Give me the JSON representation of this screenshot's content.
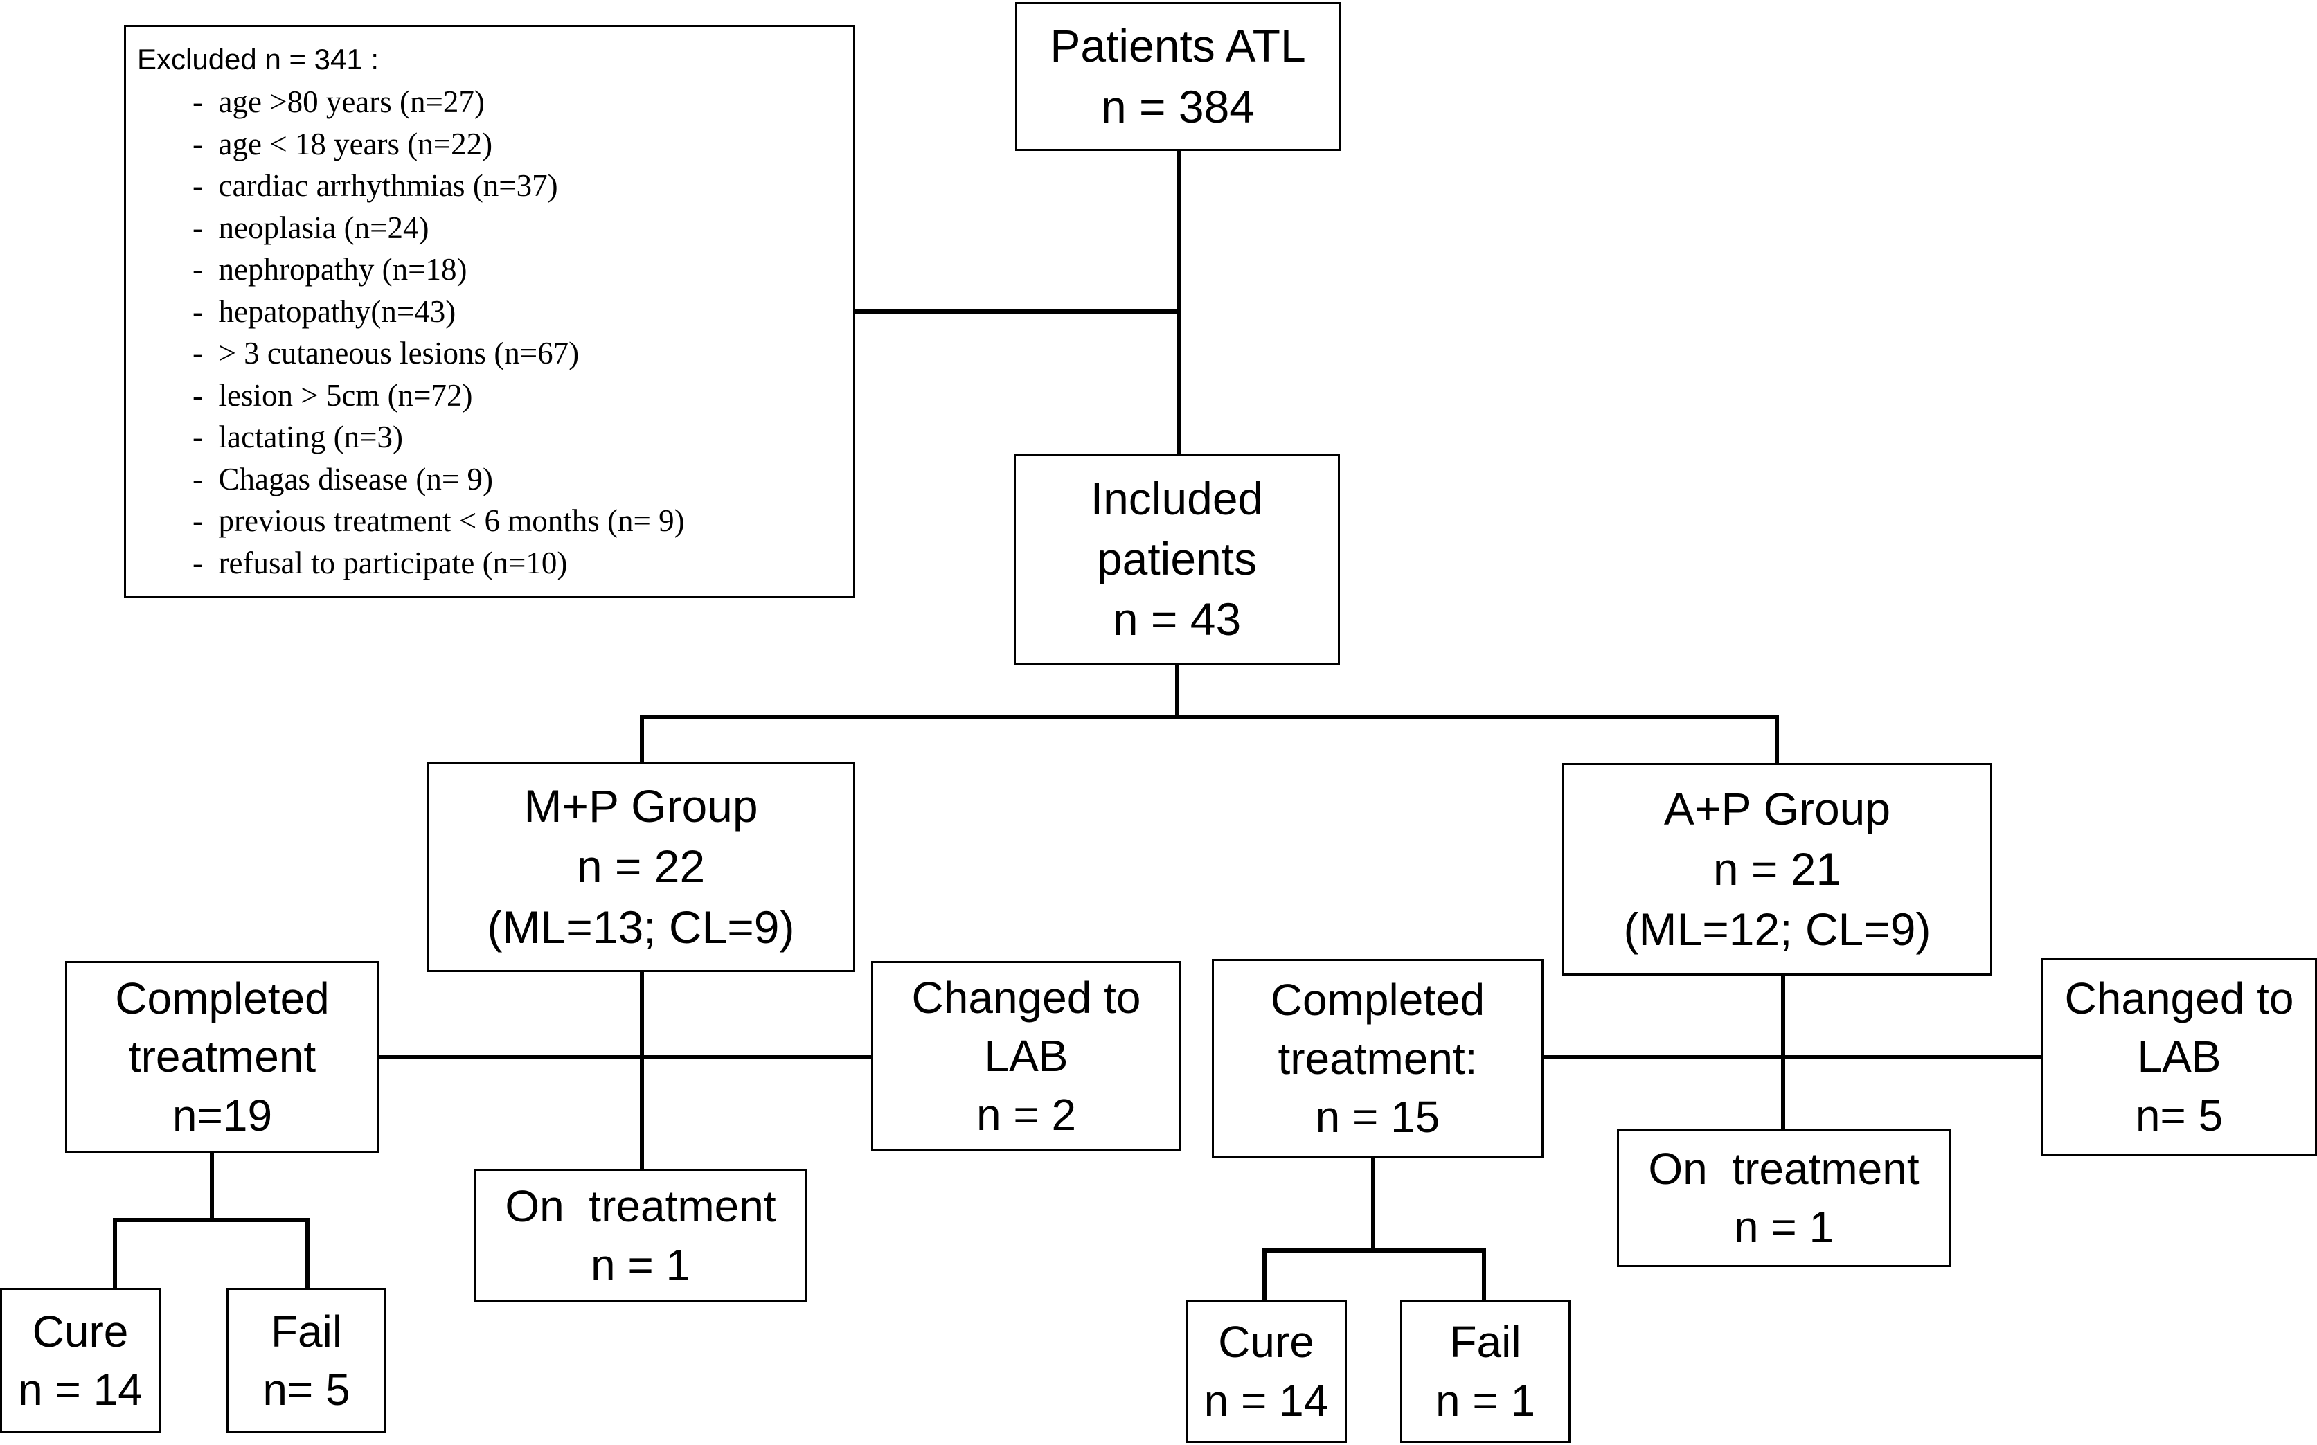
{
  "patients_atl": {
    "title": "Patients ATL",
    "n": "n = 384"
  },
  "excluded": {
    "title": "Excluded n = 341 :",
    "reasons": [
      "age >80 years (n=27)",
      "age < 18 years (n=22)",
      "cardiac arrhythmias (n=37)",
      "neoplasia  (n=24)",
      "nephropathy (n=18)",
      "hepatopathy(n=43)",
      "> 3 cutaneous lesions (n=67)",
      "lesion > 5cm (n=72)",
      "lactating (n=3)",
      "Chagas disease (n= 9)",
      "previous treatment < 6 months (n= 9)",
      "refusal to participate (n=10)"
    ]
  },
  "included": {
    "line1": "Included",
    "line2": "patients",
    "n": "n = 43"
  },
  "mp_group": {
    "title": "M+P Group",
    "n": "n = 22",
    "detail": "(ML=13; CL=9)",
    "completed": {
      "line1": "Completed",
      "line2": "treatment",
      "n": "n=19"
    },
    "changed": {
      "line1": "Changed to",
      "line2": "LAB",
      "n": "n = 2"
    },
    "on_treatment": {
      "label": "On  treatment",
      "n": "n = 1"
    },
    "cure": {
      "label": "Cure",
      "n": "n = 14"
    },
    "fail": {
      "label": "Fail",
      "n": "n= 5"
    }
  },
  "ap_group": {
    "title": "A+P Group",
    "n": "n = 21",
    "detail": "(ML=12; CL=9)",
    "completed": {
      "line1": "Completed",
      "line2": "treatment:",
      "n": "n = 15"
    },
    "changed": {
      "line1": "Changed to",
      "line2": "LAB",
      "n": "n= 5"
    },
    "on_treatment": {
      "label": "On  treatment",
      "n": "n = 1"
    },
    "cure": {
      "label": "Cure",
      "n": "n = 14"
    },
    "fail": {
      "label": "Fail",
      "n": "n = 1"
    }
  }
}
